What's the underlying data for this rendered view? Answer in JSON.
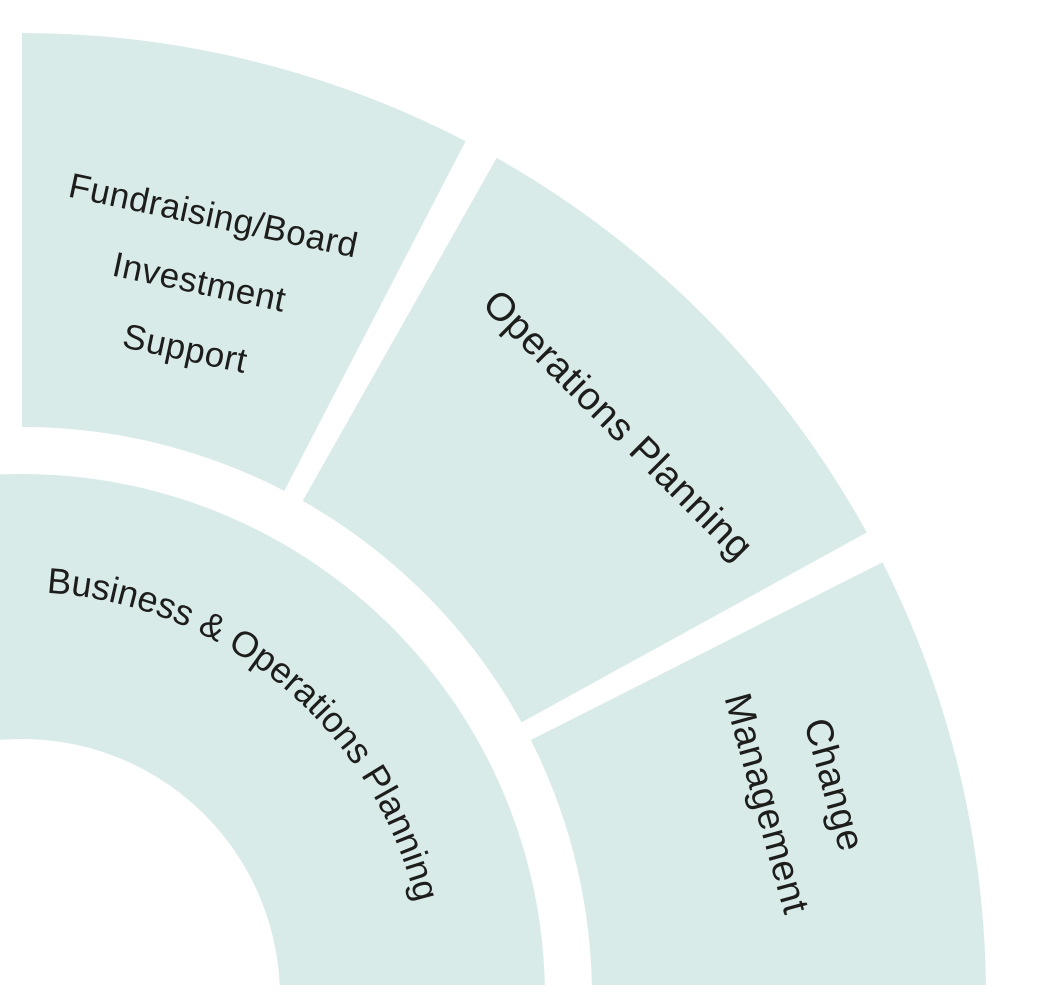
{
  "diagram": {
    "type": "segmented-wheel",
    "colors": {
      "segment_fill": "#d8ebe9",
      "background": "#ffffff",
      "label_text": "#1d1d1b"
    },
    "outer_ring": {
      "segments": [
        {
          "id": "fundraising-board-investment-support",
          "lines": [
            "Fundraising/Board",
            "Investment",
            "Support"
          ]
        },
        {
          "id": "operations-planning",
          "label": "Operations Planning"
        },
        {
          "id": "change-management",
          "lines": [
            "Change",
            "Management"
          ]
        }
      ]
    },
    "inner_ring": {
      "segments": [
        {
          "id": "business-operations-planning",
          "label": "Business & Operations Planning"
        }
      ]
    }
  }
}
